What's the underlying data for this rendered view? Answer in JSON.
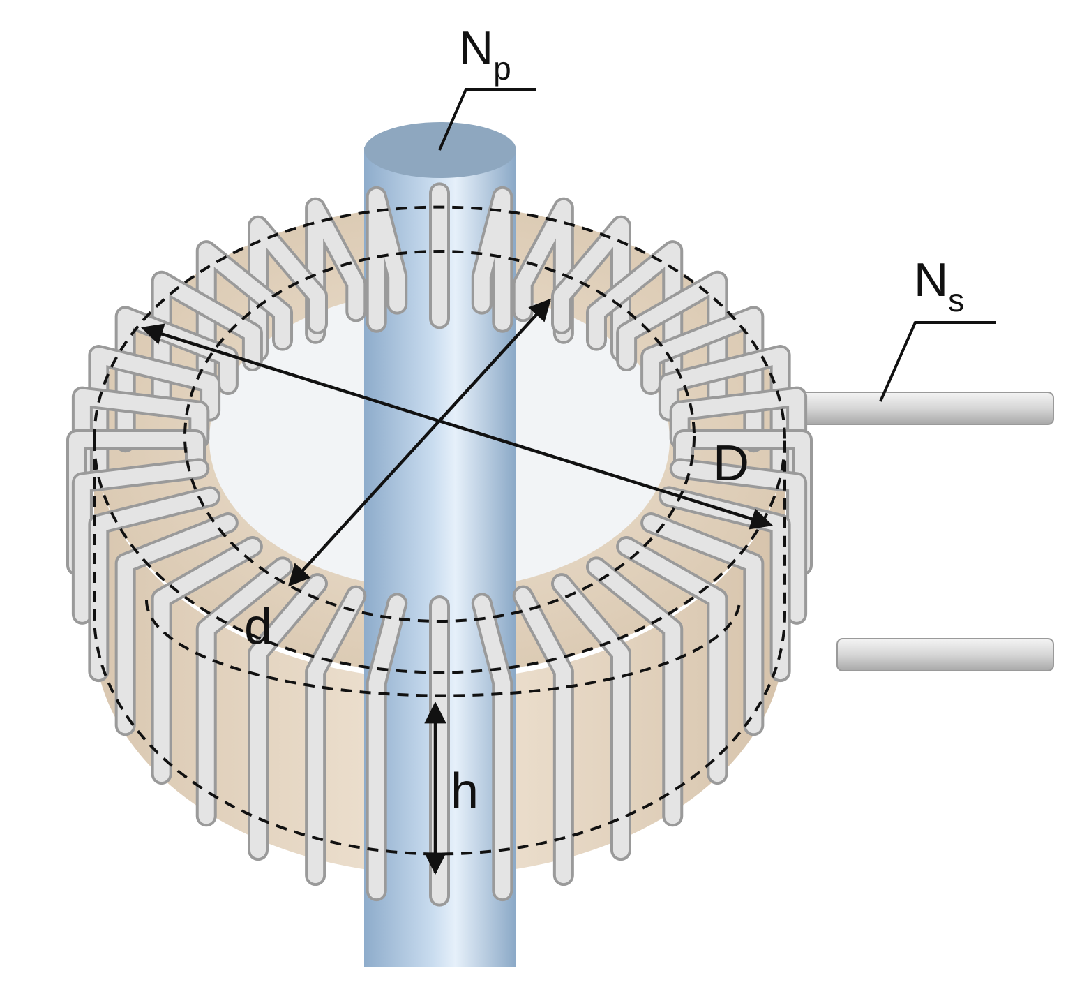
{
  "labels": {
    "primary": {
      "main": "N",
      "sub": "p"
    },
    "secondary": {
      "main": "N",
      "sub": "s"
    },
    "outer_diameter": "D",
    "inner_diameter": "d",
    "height": "h"
  },
  "colors": {
    "conductor": "#a9c4de",
    "core": "#e9dccb",
    "winding": "#e4e4e4",
    "winding_edge": "#9a9a9a",
    "annotation": "#111111"
  },
  "winding_turns": 36
}
